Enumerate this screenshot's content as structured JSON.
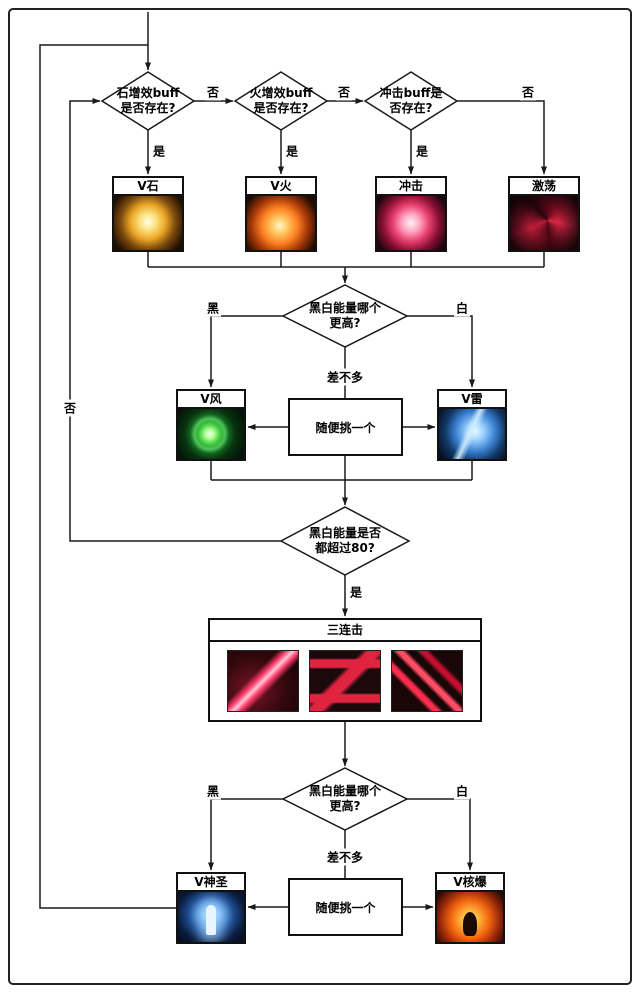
{
  "decisions": {
    "stone": {
      "line1": "石增效buff",
      "line2": "是否存在?"
    },
    "fire": {
      "line1": "火增效buff",
      "line2": "是否存在?"
    },
    "impact": {
      "line1": "冲击buff是",
      "line2": "否存在?"
    },
    "energy_high_1": {
      "line1": "黑白能量哪个",
      "line2": "更高?"
    },
    "energy_over_80": {
      "line1": "黑白能量是否",
      "line2": "都超过80?"
    },
    "energy_high_2": {
      "line1": "黑白能量哪个",
      "line2": "更高?"
    }
  },
  "branch_labels": {
    "yes": "是",
    "no": "否",
    "black": "黑",
    "white": "白",
    "similar": "差不多"
  },
  "skills": {
    "v_stone": "V石",
    "v_fire": "V火",
    "impact": "冲击",
    "surge": "激荡",
    "v_wind": "V风",
    "v_thunder": "V雷",
    "triple_strike": "三连击",
    "pick_any": "随便挑一个",
    "v_holy": "V神圣",
    "v_nuke": "V核爆"
  },
  "colors": {
    "line": "#1a1a1a",
    "v_stone_glow": "#eaa526",
    "v_fire_glow": "#ff8224",
    "impact_glow": "#e8406f",
    "surge_red": "#b81c39",
    "v_wind_green": "#4ed84a",
    "v_thunder_blue": "#9fd4ff",
    "slash_red": "#e0233f",
    "v_holy_blue": "#5a9ce0",
    "v_nuke_orange": "#f2650f"
  }
}
